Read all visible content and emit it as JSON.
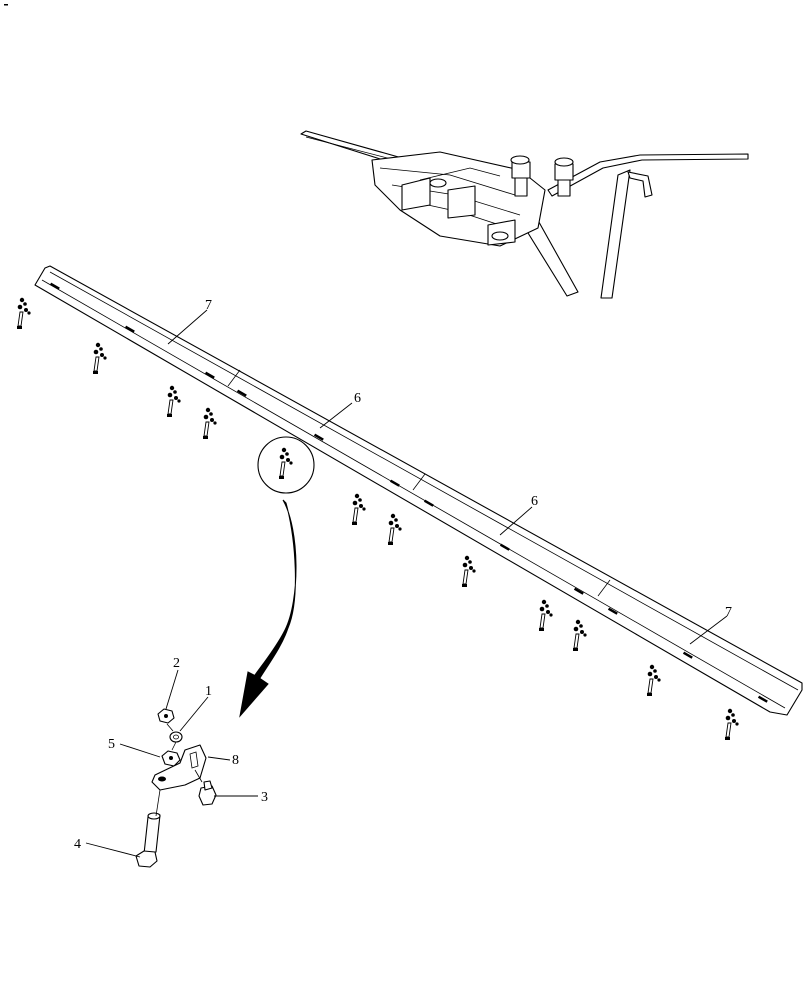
{
  "callouts": {
    "c1": "1",
    "c2": "2",
    "c3": "3",
    "c4": "4",
    "c5": "5",
    "c6a": "6",
    "c6b": "6",
    "c7a": "7",
    "c7b": "7",
    "c8": "8"
  },
  "colors": {
    "ink": "#000000",
    "paper": "#ffffff"
  }
}
